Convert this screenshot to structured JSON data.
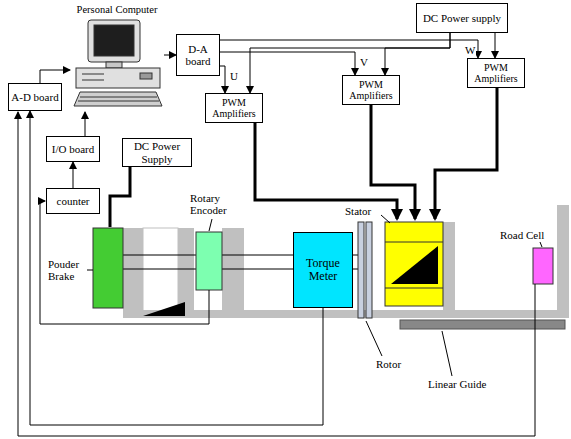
{
  "diagram": {
    "nodes": [
      {
        "text": [
          "Personal Computer"
        ]
      },
      {
        "text": [
          "DC Power supply"
        ]
      },
      {
        "text": [
          "D-A board"
        ]
      },
      {
        "text": [
          "A-D board"
        ]
      },
      {
        "text": [
          "I/O board"
        ]
      },
      {
        "text": [
          "PWM Amplifiers"
        ]
      },
      {
        "text": [
          "PWM Amplifiers"
        ]
      },
      {
        "text": [
          "PWM Amplifiers"
        ]
      },
      {
        "text": [
          "DC Power Supply"
        ]
      },
      {
        "text": [
          "counter"
        ]
      },
      {
        "text": [
          "Torque Meter"
        ]
      }
    ],
    "edges": [
      {
        "from": 0,
        "to": 2,
        "arrow": "to"
      },
      {
        "from": 3,
        "to": 0,
        "arrow": "to"
      },
      {
        "from": 4,
        "to": 0,
        "arrow": "to"
      },
      {
        "from": 9,
        "to": 4,
        "arrow": "to"
      },
      {
        "from": 2,
        "to": 5,
        "label": "U",
        "arrow": "to"
      },
      {
        "from": 2,
        "to": 6,
        "label": "V",
        "arrow": "to"
      },
      {
        "from": 2,
        "to": 7,
        "label": "W",
        "arrow": "to"
      },
      {
        "from": 1,
        "to": 5,
        "arrow": "to"
      },
      {
        "from": 1,
        "to": 6,
        "arrow": "to"
      },
      {
        "from": 1,
        "to": 7,
        "arrow": "to"
      },
      {
        "from": 10,
        "to": 3,
        "arrow": "to"
      }
    ],
    "labels": [
      "Rotary Encoder",
      "Stator",
      "Road Cell",
      "Pouder Brake",
      "Rotor",
      "Linear Guide"
    ]
  }
}
